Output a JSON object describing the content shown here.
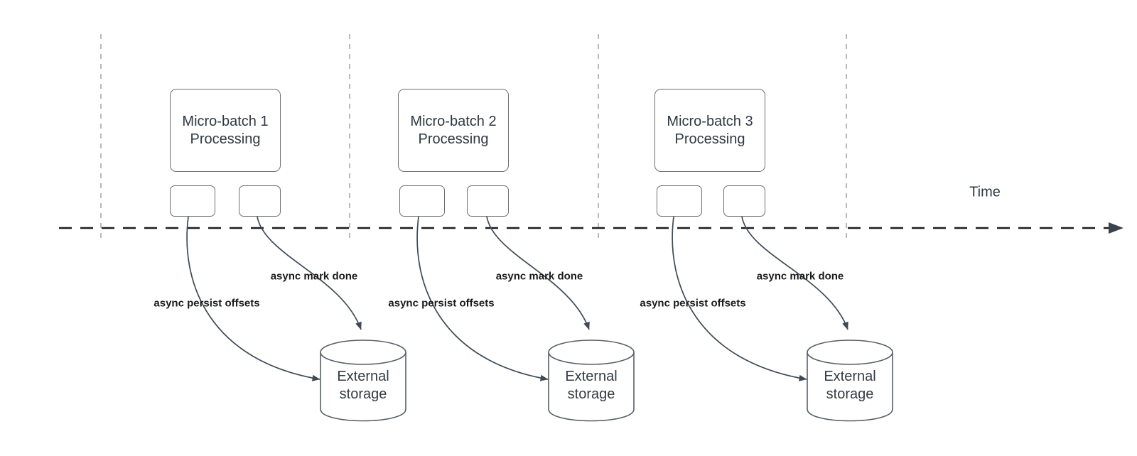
{
  "diagram": {
    "time_label": "Time",
    "batches": [
      {
        "title": "Micro-batch 1\nProcessing",
        "persist_label": "async persist offsets",
        "done_label": "async mark done",
        "storage_label": "External\nstorage"
      },
      {
        "title": "Micro-batch 2\nProcessing",
        "persist_label": "async persist offsets",
        "done_label": "async mark done",
        "storage_label": "External\nstorage"
      },
      {
        "title": "Micro-batch 3\nProcessing",
        "persist_label": "async persist offsets",
        "done_label": "async mark done",
        "storage_label": "External\nstorage"
      }
    ],
    "colors": {
      "timeline": "#1c1c1c",
      "guide_line": "#b3b3b3",
      "arrow": "#3f4a56",
      "box_border": "#6e6e6e",
      "cylinder_border": "#565f68",
      "text": "#2f3841",
      "label_text": "#1a1a1a"
    }
  }
}
